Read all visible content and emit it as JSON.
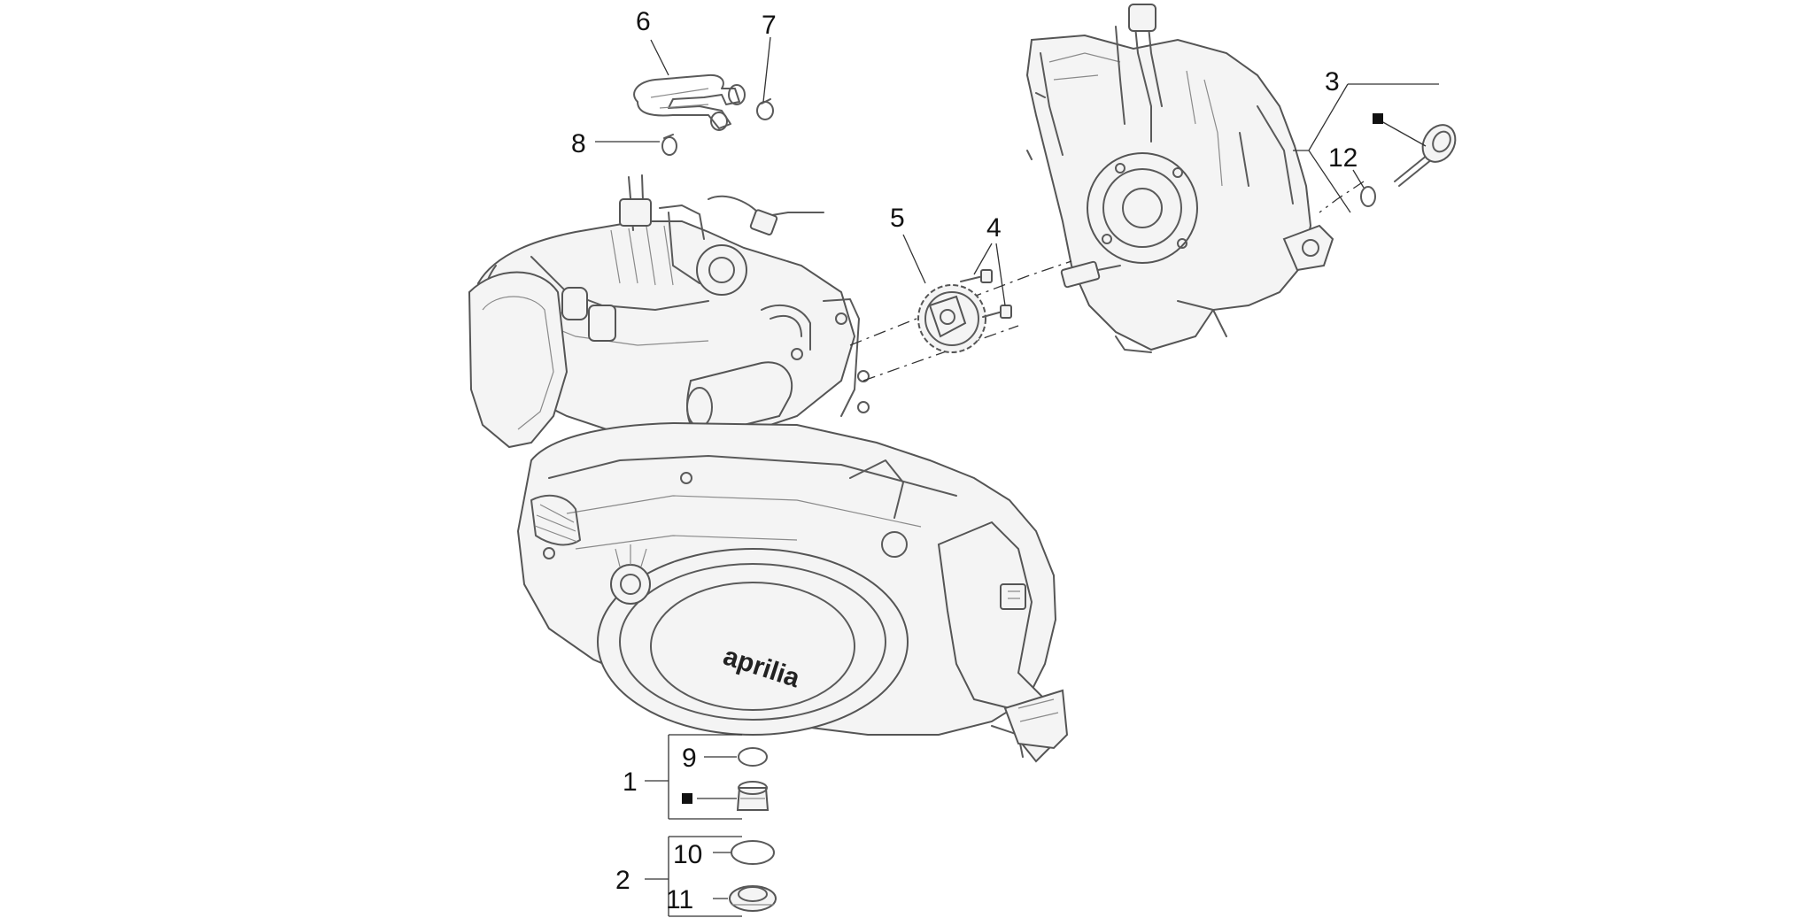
{
  "callouts": {
    "c1": "1",
    "c2": "2",
    "c3": "3",
    "c4": "4",
    "c5": "5",
    "c6": "6",
    "c7": "7",
    "c8": "8",
    "c9": "9",
    "c10": "10",
    "c11": "11",
    "c12": "12"
  },
  "brand_logo_text": "aprilia",
  "colors": {
    "line": "#5a5a5a",
    "label": "#111111",
    "background": "#ffffff"
  },
  "icons": [
    "engine-assembly-drawing",
    "crankcase-half-drawing",
    "gear-icon",
    "hose-icon",
    "clamp-icon",
    "oil-dipstick-icon",
    "o-ring-icon",
    "drain-plug-icon",
    "filter-cap-icon",
    "square-marker-icon"
  ]
}
